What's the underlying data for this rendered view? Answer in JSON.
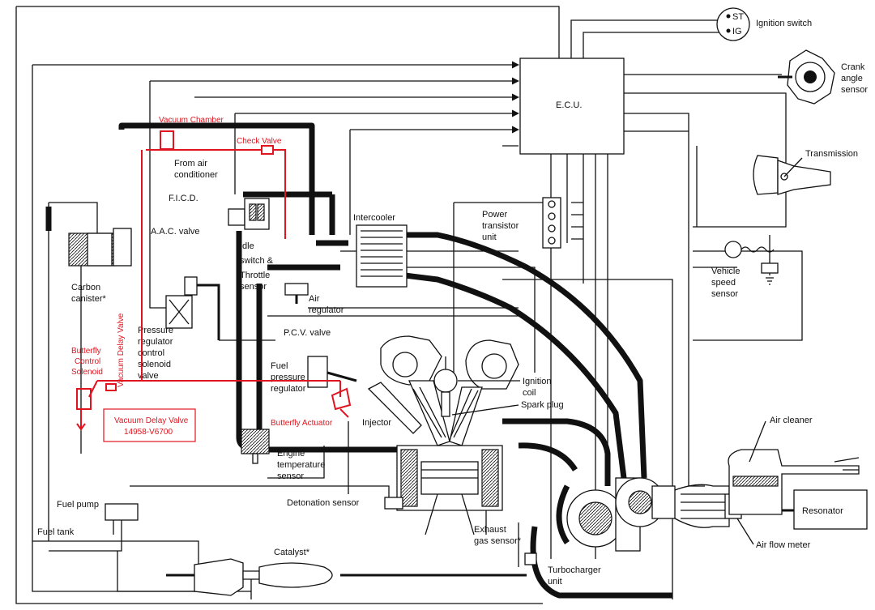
{
  "labels": {
    "ignition_switch": "Ignition switch",
    "ign_st": "ST",
    "ign_ig": "IG",
    "crank_angle_sensor": [
      "Crank",
      "angle",
      "sensor"
    ],
    "ecu": "E.C.U.",
    "transmission": "Transmission",
    "vehicle_speed_sensor": [
      "Vehicle",
      "speed",
      "sensor"
    ],
    "power_transistor_unit": [
      "Power",
      "transistor",
      "unit"
    ],
    "intercooler": "Intercooler",
    "from_air_conditioner": [
      "From air",
      "conditioner"
    ],
    "ficd": "F.I.C.D.",
    "aac_valve": "A.A.C. valve",
    "idle_switch_throttle_sensor": [
      "Idle",
      "switch &",
      "Throttle",
      "sensor"
    ],
    "air_regulator": [
      "Air",
      "regulator"
    ],
    "pcv_valve": "P.C.V. valve",
    "carbon_canister": [
      "Carbon",
      "canister*"
    ],
    "pressure_regulator_control_solenoid_valve": [
      "Pressure",
      "regulator",
      "control",
      "solenoid",
      "valve"
    ],
    "fuel_pressure_regulator": [
      "Fuel",
      "pressure",
      "regulator"
    ],
    "injector": "Injector",
    "ignition_coil": [
      "Ignition",
      "coil"
    ],
    "spark_plug": "Spark plug",
    "engine_temperature_sensor": [
      "Engine",
      "temperature",
      "sensor"
    ],
    "detonation_sensor": "Detonation sensor",
    "fuel_pump": "Fuel pump",
    "fuel_tank": "Fuel tank",
    "catalyst": "Catalyst*",
    "exhaust_gas_sensor": [
      "Exhaust",
      "gas sensor*"
    ],
    "turbocharger_unit": [
      "Turbocharger",
      "unit"
    ],
    "air_cleaner": "Air cleaner",
    "resonator": "Resonator",
    "air_flow_meter": "Air flow meter"
  },
  "annotations": {
    "vacuum_chamber": "Vacuum Chamber",
    "check_valve": "Check Valve",
    "vacuum_delay_valve_vertical": "Vacuum Delay Valve",
    "butterfly_control_solenoid": [
      "Butterfly",
      "Control",
      "Solenoid"
    ],
    "butterfly_actuator": "Butterfly Actuator",
    "vacuum_delay_valve_part": [
      "Vacuum Delay Valve",
      "14958-V6700"
    ]
  },
  "colors": {
    "annotation": "#e0141e",
    "line": "#111111",
    "background": "#ffffff"
  }
}
